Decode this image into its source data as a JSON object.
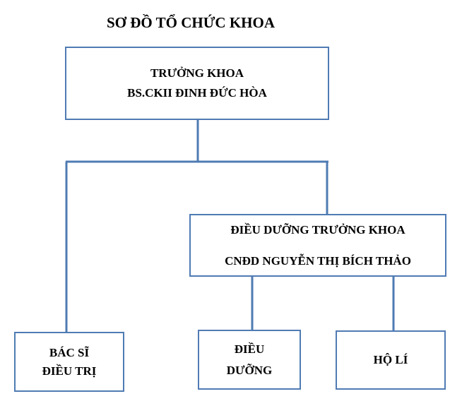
{
  "title": "SƠ ĐỒ TỔ CHỨC KHOA",
  "nodes": {
    "head": {
      "line1": "TRƯỞNG KHOA",
      "line2": "BS.CKII ĐINH ĐỨC HÒA"
    },
    "head_nurse": {
      "line1": "ĐIỀU DƯỠNG TRƯỞNG KHOA",
      "line2": "CNĐD NGUYỄN THỊ BÍCH THẢO"
    },
    "doctor": {
      "line1": "BÁC SĨ",
      "line2": "ĐIỀU TRỊ"
    },
    "nurse": {
      "line1": "ĐIỀU",
      "line2": "DƯỠNG"
    },
    "orderly": {
      "line1": "HỘ LÍ"
    }
  },
  "colors": {
    "border": "#4f7bb3",
    "connector": "#4f7bb3",
    "text": "#000000"
  }
}
